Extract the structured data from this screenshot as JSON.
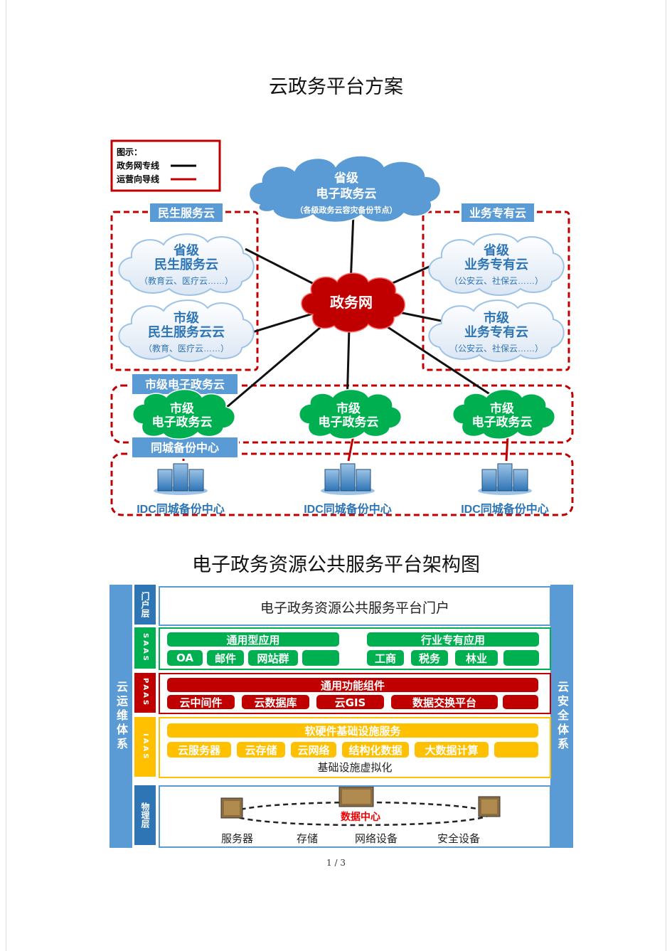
{
  "page": {
    "title_main": "云政务平台方案",
    "title_arch": "电子政务资源公共服务平台架构图",
    "page_number": "1 / 3"
  },
  "colors": {
    "blue_cloud": "#5b9bd5",
    "red_cloud": "#c00000",
    "green_cloud": "#00b050",
    "dashed_red": "#c00000",
    "saas_green": "#00b050",
    "paas_red": "#c00000",
    "iaas_yellow": "#ffc000",
    "physical_blue": "#2e75b6"
  },
  "legend": {
    "title": "图示：",
    "items": [
      {
        "label": "政务网专线",
        "color": "#000000"
      },
      {
        "label": "运营向导线",
        "color": "#c00000"
      }
    ]
  },
  "network": {
    "provincial_cloud": {
      "line1": "省级",
      "line2": "电子政务云",
      "line3": "（各级政务云容灾备份节点）"
    },
    "hub": "政务网",
    "minsheng_group": {
      "label": "民生服务云",
      "clouds": [
        {
          "line1": "省级",
          "line2": "民生服务云",
          "line3": "（教育云、医疗云……）"
        },
        {
          "line1": "市级",
          "line2": "民生服务云云",
          "line3": "（教育、医疗云……）"
        }
      ]
    },
    "yewu_group": {
      "label": "业务专有云",
      "clouds": [
        {
          "line1": "省级",
          "line2": "业务专有云",
          "line3": "（公安云、社保云……）"
        },
        {
          "line1": "市级",
          "line2": "业务专有云",
          "line3": "（公安云、社保云……）"
        }
      ]
    },
    "city_group": {
      "label": "市级电子政务云",
      "clouds": [
        {
          "line1": "市级",
          "line2": "电子政务云"
        },
        {
          "line1": "市级",
          "line2": "电子政务云"
        },
        {
          "line1": "市级",
          "line2": "电子政务云"
        }
      ]
    },
    "backup_group": {
      "label": "同城备份中心",
      "centers": [
        "IDC同城备份中心",
        "IDC同城备份中心",
        "IDC同城备份中心"
      ]
    }
  },
  "architecture": {
    "left_column": "云运维体系",
    "right_column": "云安全体系",
    "portal": {
      "tag": "门户层",
      "text": "电子政务资源公共服务平台门户"
    },
    "saas": {
      "tag": "SAAS",
      "left_header": "通用型应用",
      "right_header": "行业专有应用",
      "left_items": [
        "OA",
        "邮件",
        "网站群",
        ""
      ],
      "right_items": [
        "工商",
        "税务",
        "林业",
        ""
      ]
    },
    "paas": {
      "tag": "PAAS",
      "header": "通用功能组件",
      "items": [
        "云中间件",
        "云数据库",
        "云GIS",
        "数据交换平台",
        ""
      ]
    },
    "iaas": {
      "tag": "IAAS",
      "header": "软硬件基础设施服务",
      "items": [
        "云服务器",
        "云存储",
        "云网络",
        "结构化数据",
        "大数据计算",
        ""
      ],
      "footer": "基础设施虚拟化"
    },
    "physical": {
      "tag": "物理层",
      "center": "数据中心",
      "labels": [
        "服务器",
        "存储",
        "网络设备",
        "安全设备"
      ]
    }
  }
}
